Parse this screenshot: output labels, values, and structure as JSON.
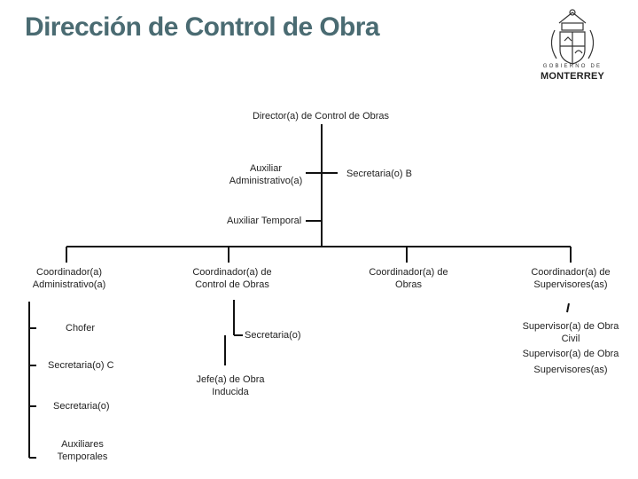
{
  "header": {
    "title": "Dirección de Control de Obra",
    "logo": {
      "line1": "GOBIERNO DE",
      "line2": "MONTERREY"
    }
  },
  "org": {
    "director": "Director(a) de Control de Obras",
    "auxiliar_admin": "Auxiliar Administrativo(a)",
    "secretaria_b": "Secretaria(o) B",
    "auxiliar_temporal": "Auxiliar Temporal",
    "coord_admin": "Coordinador(a) Administrativo(a)",
    "coord_control": "Coordinador(a) de Control de Obras",
    "coord_obras": "Coordinador(a) de Obras",
    "coord_supervisores": "Coordinador(a) de Supervisores(as)",
    "chofer": "Chofer",
    "secretaria_c": "Secretaria(o) C",
    "secretaria_admin": "Secretaria(o)",
    "auxiliares_temporales": "Auxiliares Temporales",
    "secretaria_control": "Secretaria(o)",
    "jefe_obra": "Jefe(a) de Obra Inducida",
    "supervisor_civil": "Supervisor(a) de Obra Civil",
    "supervisor_obra": "Supervisor(a) de Obra",
    "supervisores": "Supervisores(as)"
  },
  "colors": {
    "title": "#4a6b72",
    "lines": "#111111"
  }
}
